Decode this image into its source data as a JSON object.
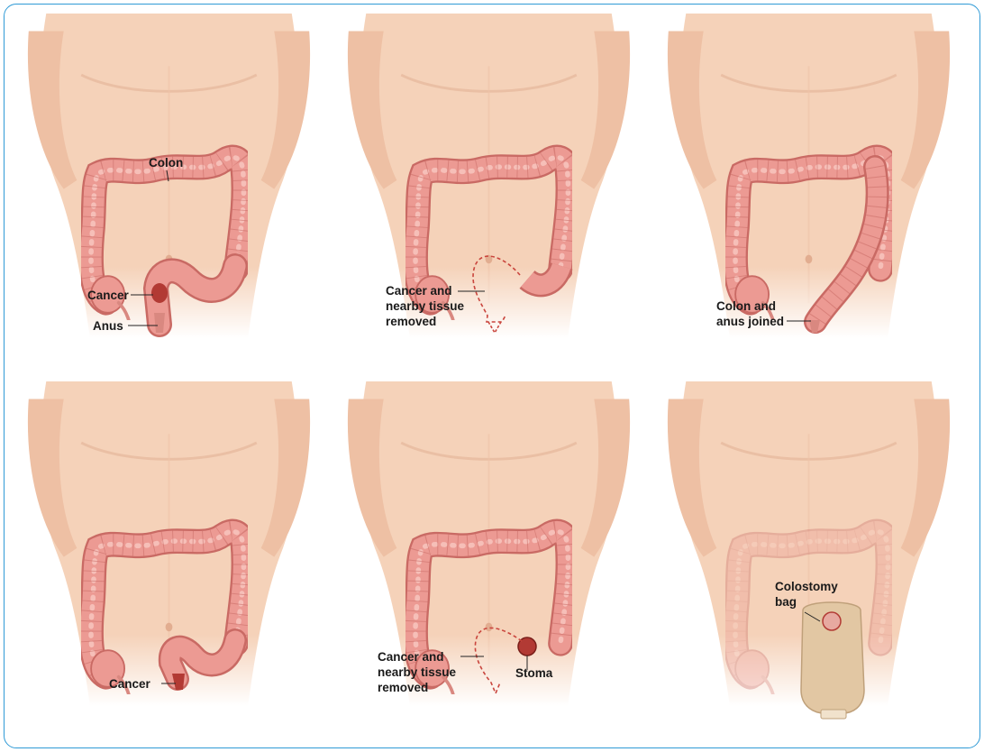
{
  "colors": {
    "border": "#2f9ad6",
    "skin": "#f6d6bf",
    "skin_shadow": "#e9bba0",
    "colon": "#ec9a93",
    "colon_dark": "#c96a64",
    "colon_light": "#f7c3bc",
    "tumor": "#c0392b",
    "bag": "#e2c7a3"
  },
  "panels": [
    {
      "id": "top-left",
      "labels": {
        "colon": "Colon",
        "cancer": "Cancer",
        "anus": "Anus"
      }
    },
    {
      "id": "top-middle",
      "labels": {
        "removed_1": "Cancer and",
        "removed_2": "nearby tissue",
        "removed_3": "removed"
      }
    },
    {
      "id": "top-right",
      "labels": {
        "joined_1": "Colon and",
        "joined_2": "anus joined"
      }
    },
    {
      "id": "bottom-left",
      "labels": {
        "cancer": "Cancer"
      }
    },
    {
      "id": "bottom-middle",
      "labels": {
        "removed_1": "Cancer and",
        "removed_2": "nearby tissue",
        "removed_3": "removed",
        "stoma": "Stoma"
      }
    },
    {
      "id": "bottom-right",
      "labels": {
        "bag_1": "Colostomy",
        "bag_2": "bag"
      }
    }
  ]
}
